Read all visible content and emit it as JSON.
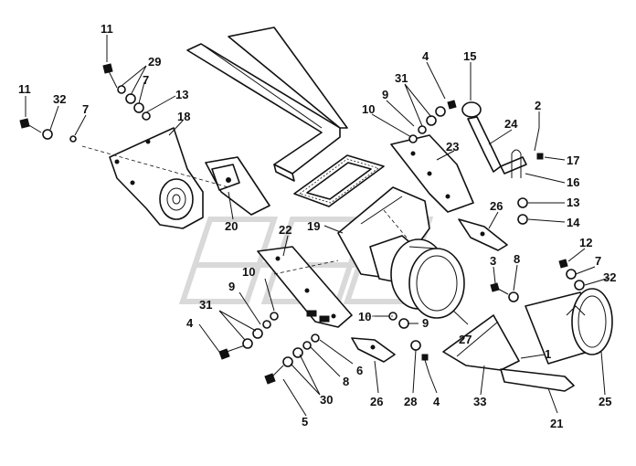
{
  "diagram": {
    "callouts": [
      {
        "id": "c-11a",
        "text": "11"
      },
      {
        "id": "c-29",
        "text": "29"
      },
      {
        "id": "c-7a",
        "text": "7"
      },
      {
        "id": "c-13a",
        "text": "13"
      },
      {
        "id": "c-18",
        "text": "18"
      },
      {
        "id": "c-11b",
        "text": "11"
      },
      {
        "id": "c-32a",
        "text": "32"
      },
      {
        "id": "c-7b",
        "text": "7"
      },
      {
        "id": "c-20",
        "text": "20"
      },
      {
        "id": "c-22",
        "text": "22"
      },
      {
        "id": "c-10a",
        "text": "10"
      },
      {
        "id": "c-9a",
        "text": "9"
      },
      {
        "id": "c-31a",
        "text": "31"
      },
      {
        "id": "c-4a",
        "text": "4"
      },
      {
        "id": "c-6",
        "text": "6"
      },
      {
        "id": "c-8a",
        "text": "8"
      },
      {
        "id": "c-30",
        "text": "30"
      },
      {
        "id": "c-5",
        "text": "5"
      },
      {
        "id": "c-26a",
        "text": "26"
      },
      {
        "id": "c-28",
        "text": "28"
      },
      {
        "id": "c-4b",
        "text": "4"
      },
      {
        "id": "c-19",
        "text": "19"
      },
      {
        "id": "c-10b",
        "text": "10"
      },
      {
        "id": "c-9b",
        "text": "9"
      },
      {
        "id": "c-31b",
        "text": "31"
      },
      {
        "id": "c-4c",
        "text": "4"
      },
      {
        "id": "c-15",
        "text": "15"
      },
      {
        "id": "c-9c",
        "text": "9"
      },
      {
        "id": "c-10c",
        "text": "10"
      },
      {
        "id": "c-23",
        "text": "23"
      },
      {
        "id": "c-24",
        "text": "24"
      },
      {
        "id": "c-2",
        "text": "2"
      },
      {
        "id": "c-17",
        "text": "17"
      },
      {
        "id": "c-16",
        "text": "16"
      },
      {
        "id": "c-13b",
        "text": "13"
      },
      {
        "id": "c-14",
        "text": "14"
      },
      {
        "id": "c-26b",
        "text": "26"
      },
      {
        "id": "c-3",
        "text": "3"
      },
      {
        "id": "c-8b",
        "text": "8"
      },
      {
        "id": "c-12",
        "text": "12"
      },
      {
        "id": "c-7c",
        "text": "7"
      },
      {
        "id": "c-32b",
        "text": "32"
      },
      {
        "id": "c-27",
        "text": "27"
      },
      {
        "id": "c-1",
        "text": "1"
      },
      {
        "id": "c-33",
        "text": "33"
      },
      {
        "id": "c-25",
        "text": "25"
      },
      {
        "id": "c-21",
        "text": "21"
      }
    ]
  }
}
